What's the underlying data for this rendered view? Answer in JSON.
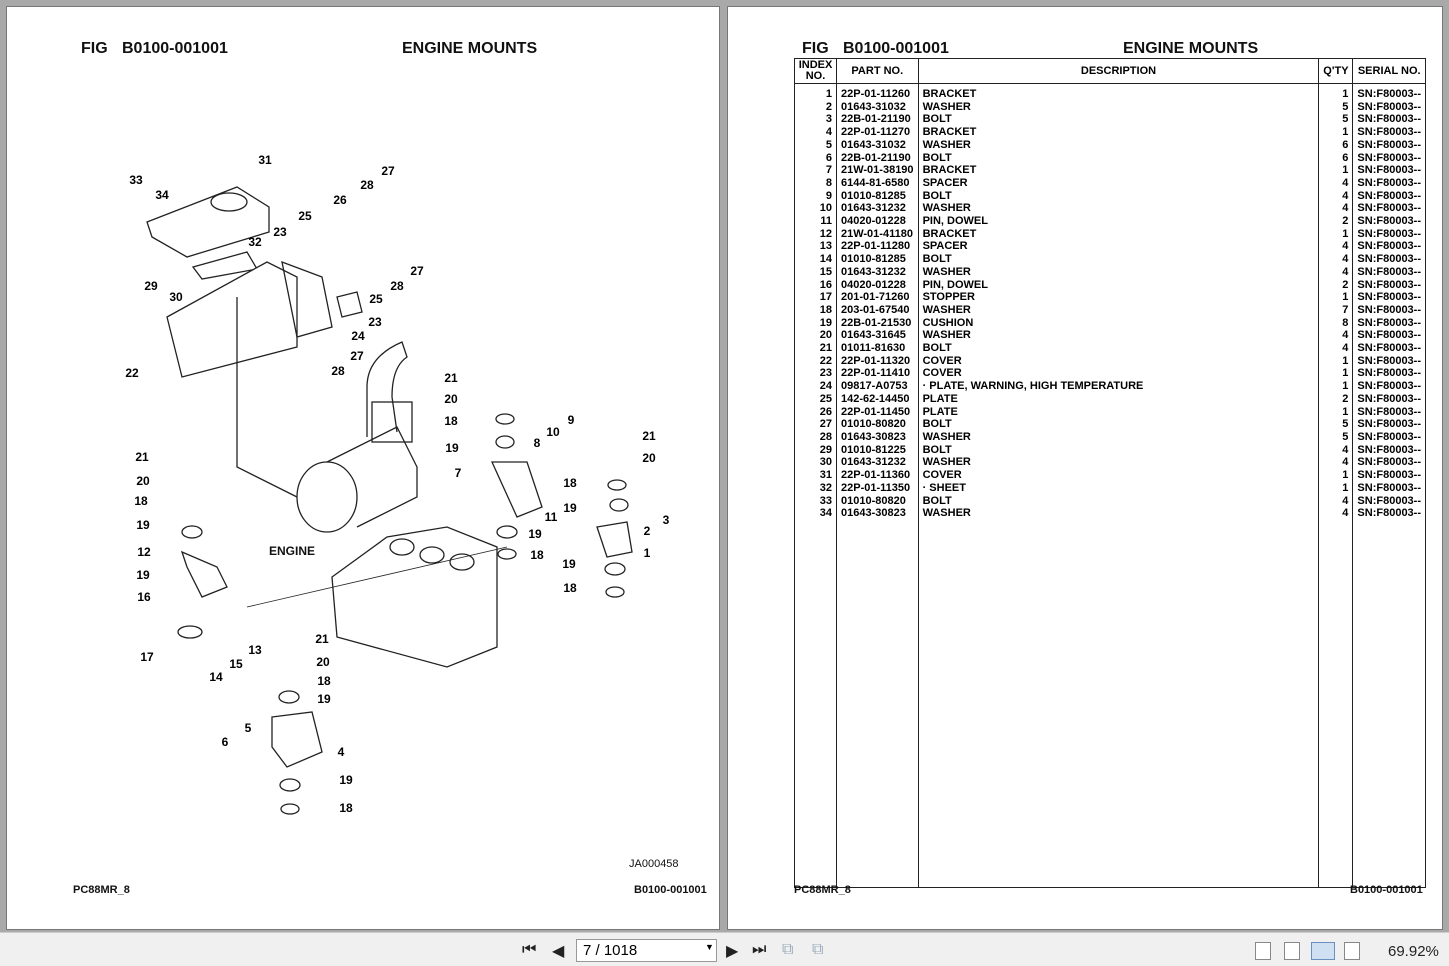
{
  "pages": {
    "left": {
      "fig_label": "FIG",
      "fig_code": "B0100-001001",
      "title": "ENGINE MOUNTS",
      "footer_left": "PC88MR_8",
      "footer_right": "B0100-001001",
      "drawing_id": "JA000458",
      "engine_label": "ENGINE",
      "callouts": [
        "33",
        "34",
        "31",
        "27",
        "28",
        "26",
        "25",
        "23",
        "32",
        "27",
        "28",
        "25",
        "29",
        "30",
        "23",
        "24",
        "27",
        "28",
        "22",
        "21",
        "20",
        "18",
        "19",
        "10",
        "9",
        "8",
        "7",
        "21",
        "20",
        "18",
        "19",
        "11",
        "3",
        "2",
        "1",
        "19",
        "18",
        "19",
        "18",
        "21",
        "20",
        "18",
        "19",
        "12",
        "19",
        "16",
        "17",
        "14",
        "15",
        "13",
        "21",
        "20",
        "18",
        "19",
        "5",
        "6",
        "4",
        "19",
        "18"
      ]
    },
    "right": {
      "fig_label": "FIG",
      "fig_code": "B0100-001001",
      "title": "ENGINE MOUNTS",
      "footer_left": "PC88MR_8",
      "footer_right": "B0100-001001",
      "columns": {
        "index": "INDEX NO.",
        "part": "PART NO.",
        "description": "DESCRIPTION",
        "qty": "Q'TY",
        "serial": "SERIAL NO."
      },
      "rows": [
        [
          "1",
          "22P-01-11260",
          "BRACKET",
          "1",
          "SN:F80003--"
        ],
        [
          "2",
          "01643-31032",
          "WASHER",
          "5",
          "SN:F80003--"
        ],
        [
          "3",
          "22B-01-21190",
          "BOLT",
          "5",
          "SN:F80003--"
        ],
        [
          "4",
          "22P-01-11270",
          "BRACKET",
          "1",
          "SN:F80003--"
        ],
        [
          "5",
          "01643-31032",
          "WASHER",
          "6",
          "SN:F80003--"
        ],
        [
          "6",
          "22B-01-21190",
          "BOLT",
          "6",
          "SN:F80003--"
        ],
        [
          "7",
          "21W-01-38190",
          "BRACKET",
          "1",
          "SN:F80003--"
        ],
        [
          "8",
          "6144-81-6580",
          "SPACER",
          "4",
          "SN:F80003--"
        ],
        [
          "9",
          "01010-81285",
          "BOLT",
          "4",
          "SN:F80003--"
        ],
        [
          "10",
          "01643-31232",
          "WASHER",
          "4",
          "SN:F80003--"
        ],
        [
          "11",
          "04020-01228",
          "PIN, DOWEL",
          "2",
          "SN:F80003--"
        ],
        [
          "12",
          "21W-01-41180",
          "BRACKET",
          "1",
          "SN:F80003--"
        ],
        [
          "13",
          "22P-01-11280",
          "SPACER",
          "4",
          "SN:F80003--"
        ],
        [
          "14",
          "01010-81285",
          "BOLT",
          "4",
          "SN:F80003--"
        ],
        [
          "15",
          "01643-31232",
          "WASHER",
          "4",
          "SN:F80003--"
        ],
        [
          "16",
          "04020-01228",
          "PIN, DOWEL",
          "2",
          "SN:F80003--"
        ],
        [
          "17",
          "201-01-71260",
          "STOPPER",
          "1",
          "SN:F80003--"
        ],
        [
          "18",
          "203-01-67540",
          "WASHER",
          "7",
          "SN:F80003--"
        ],
        [
          "19",
          "22B-01-21530",
          "CUSHION",
          "8",
          "SN:F80003--"
        ],
        [
          "20",
          "01643-31645",
          "WASHER",
          "4",
          "SN:F80003--"
        ],
        [
          "21",
          "01011-81630",
          "BOLT",
          "4",
          "SN:F80003--"
        ],
        [
          "22",
          "22P-01-11320",
          "COVER",
          "1",
          "SN:F80003--"
        ],
        [
          "23",
          "22P-01-11410",
          "COVER",
          "1",
          "SN:F80003--"
        ],
        [
          "24",
          "09817-A0753",
          "·  PLATE, WARNING, HIGH TEMPERATURE",
          "1",
          "SN:F80003--"
        ],
        [
          "25",
          "142-62-14450",
          "PLATE",
          "2",
          "SN:F80003--"
        ],
        [
          "26",
          "22P-01-11450",
          "PLATE",
          "1",
          "SN:F80003--"
        ],
        [
          "27",
          "01010-80820",
          "BOLT",
          "5",
          "SN:F80003--"
        ],
        [
          "28",
          "01643-30823",
          "WASHER",
          "5",
          "SN:F80003--"
        ],
        [
          "29",
          "01010-81225",
          "BOLT",
          "4",
          "SN:F80003--"
        ],
        [
          "30",
          "01643-31232",
          "WASHER",
          "4",
          "SN:F80003--"
        ],
        [
          "31",
          "22P-01-11360",
          "COVER",
          "1",
          "SN:F80003--"
        ],
        [
          "32",
          "22P-01-11350",
          "·  SHEET",
          "1",
          "SN:F80003--"
        ],
        [
          "33",
          "01010-80820",
          "BOLT",
          "4",
          "SN:F80003--"
        ],
        [
          "34",
          "01643-30823",
          "WASHER",
          "4",
          "SN:F80003--"
        ]
      ]
    }
  },
  "toolbar": {
    "page_value": "7 / 1018",
    "zoom": "69.92%",
    "icons": [
      "first-page-icon",
      "prev-page-icon",
      "next-page-icon",
      "last-page-icon",
      "rotate-icon",
      "rotate-alt-icon",
      "single-page-icon",
      "continuous-icon",
      "two-page-icon",
      "two-page-continuous-icon"
    ]
  }
}
